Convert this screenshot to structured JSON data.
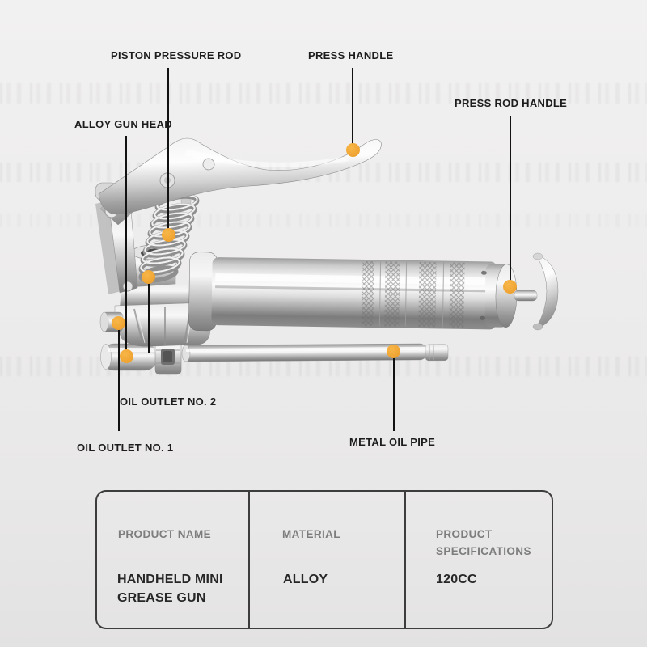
{
  "theme": {
    "background": "#edecec",
    "marker_color": "#F1A736",
    "callout_line_color": "#121212",
    "table_border_color": "#3D3D3D",
    "header_text_color": "#7D7D7D",
    "value_text_color": "#272727"
  },
  "product_diagram": {
    "callouts": [
      {
        "id": "piston-pressure-rod",
        "label": "PISTON PRESSURE ROD"
      },
      {
        "id": "press-handle",
        "label": "PRESS HANDLE"
      },
      {
        "id": "press-rod-handle",
        "label": "PRESS ROD HANDLE"
      },
      {
        "id": "alloy-gun-head",
        "label": "ALLOY GUN HEAD"
      },
      {
        "id": "oil-outlet-no-2",
        "label": "OIL OUTLET NO. 2"
      },
      {
        "id": "oil-outlet-no-1",
        "label": "OIL OUTLET NO. 1"
      },
      {
        "id": "metal-oil-pipe",
        "label": "METAL OIL PIPE"
      }
    ]
  },
  "spec_table": {
    "columns": [
      {
        "header": "PRODUCT NAME",
        "value": "HANDHELD MINI GREASE GUN"
      },
      {
        "header": "MATERIAL",
        "value": "ALLOY"
      },
      {
        "header": "PRODUCT SPECIFICATIONS",
        "value": "120CC"
      }
    ]
  }
}
